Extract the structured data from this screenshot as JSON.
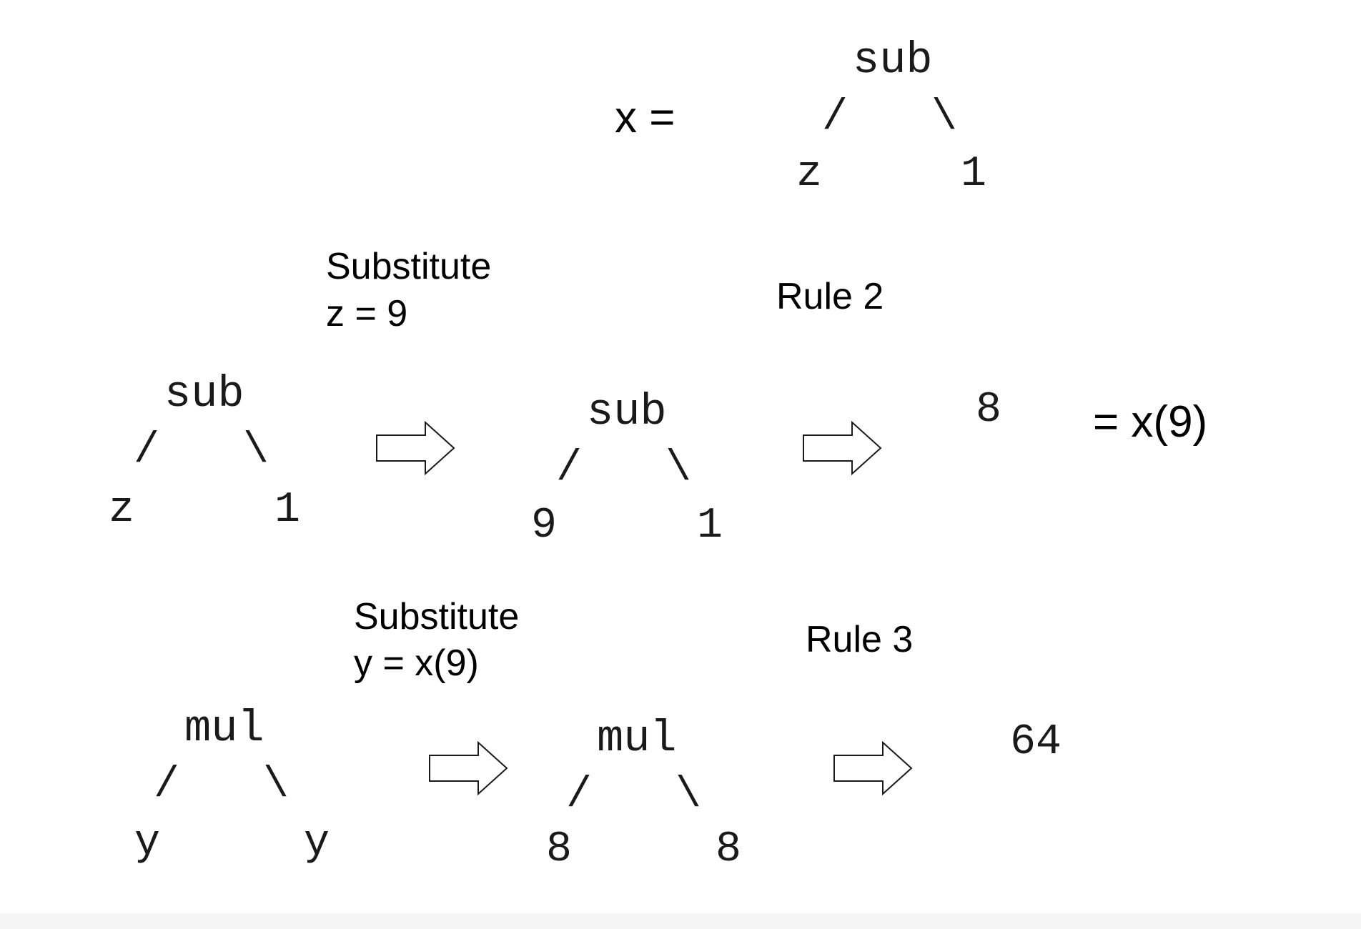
{
  "equation": {
    "lhs": "x =",
    "root": "sub",
    "left": "z",
    "right": "1"
  },
  "row1": {
    "step1_label_line1": "Substitute",
    "step1_label_line2": "z = 9",
    "step2_label": "Rule 2",
    "tree1": {
      "root": "sub",
      "left": "z",
      "right": "1"
    },
    "tree2": {
      "root": "sub",
      "left": "9",
      "right": "1"
    },
    "result": "8",
    "result_eq": "= x(9)"
  },
  "row2": {
    "step1_label_line1": "Substitute",
    "step1_label_line2": "y = x(9)",
    "step2_label": "Rule 3",
    "tree1": {
      "root": "mul",
      "left": "y",
      "right": "y"
    },
    "tree2": {
      "root": "mul",
      "left": "8",
      "right": "8"
    },
    "result": "64"
  },
  "edges": {
    "left": "/",
    "right": "\\"
  }
}
